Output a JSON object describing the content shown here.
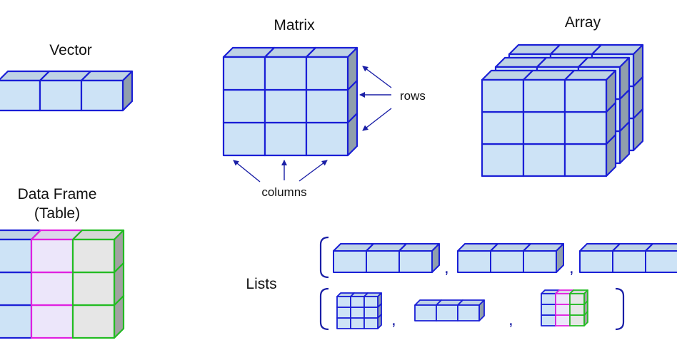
{
  "labels": {
    "vector": "Vector",
    "matrix": "Matrix",
    "array": "Array",
    "data_frame_line1": "Data Frame",
    "data_frame_line2": "(Table)",
    "rows": "rows",
    "columns": "columns",
    "lists": "Lists"
  },
  "list_separators": [
    ",",
    ",",
    ",",
    ","
  ],
  "colors": {
    "cube_fill": "#cde3f6",
    "cube_stroke": "#1a1fd6",
    "magenta_fill": "#ece6fa",
    "magenta_stroke": "#e020e0",
    "green_fill": "#e6e6e6",
    "green_stroke": "#22bb22",
    "arrow": "#1a1fa6",
    "bracket": "#1a1fa6"
  }
}
